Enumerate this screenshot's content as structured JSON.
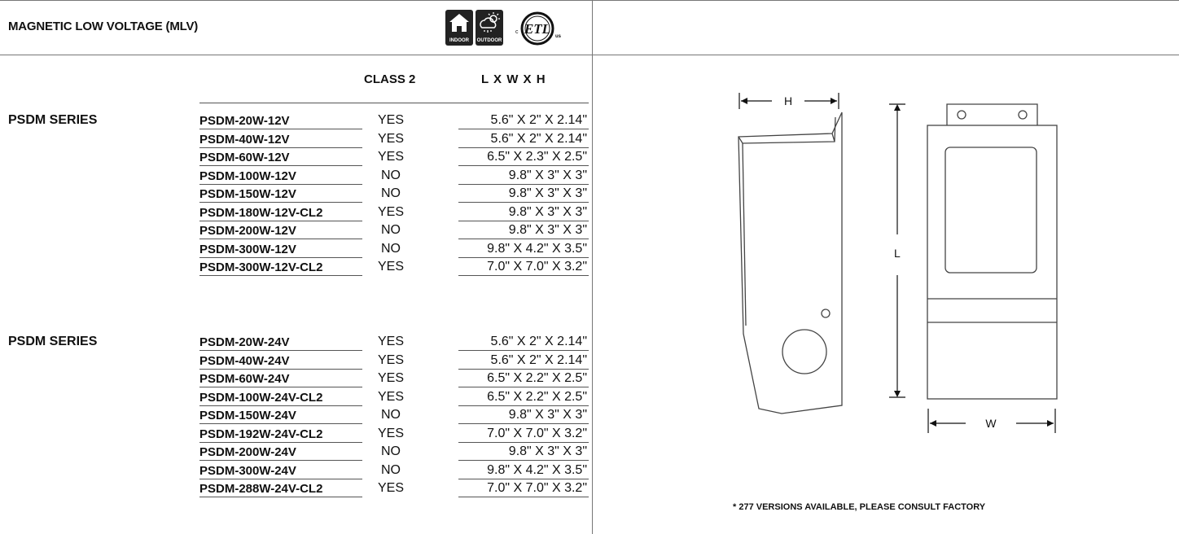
{
  "header": {
    "title": "MAGNETIC LOW VOLTAGE (MLV)",
    "badges": [
      {
        "label": "INDOOR",
        "icon": "house-icon"
      },
      {
        "label": "OUTDOOR",
        "icon": "weather-icon"
      }
    ],
    "etl": {
      "text": "ETL",
      "left": "c",
      "right": "us"
    }
  },
  "columns": {
    "class2": "CLASS 2",
    "dims": "L X W X H"
  },
  "groups": [
    {
      "series": "PSDM SERIES",
      "rows": [
        {
          "model": "PSDM-20W-12V",
          "class2": "YES",
          "dims": "5.6\" X 2\" X 2.14\""
        },
        {
          "model": "PSDM-40W-12V",
          "class2": "YES",
          "dims": "5.6\" X 2\" X 2.14\""
        },
        {
          "model": "PSDM-60W-12V",
          "class2": "YES",
          "dims": "6.5\" X 2.3\" X 2.5\""
        },
        {
          "model": "PSDM-100W-12V",
          "class2": "NO",
          "dims": "9.8\" X 3\" X 3\""
        },
        {
          "model": "PSDM-150W-12V",
          "class2": "NO",
          "dims": "9.8\" X 3\" X 3\""
        },
        {
          "model": "PSDM-180W-12V-CL2",
          "class2": "YES",
          "dims": "9.8\" X 3\" X 3\""
        },
        {
          "model": "PSDM-200W-12V",
          "class2": "NO",
          "dims": "9.8\" X 3\" X 3\""
        },
        {
          "model": "PSDM-300W-12V",
          "class2": "NO",
          "dims": "9.8\" X 4.2\" X 3.5\""
        },
        {
          "model": "PSDM-300W-12V-CL2",
          "class2": "YES",
          "dims": "7.0\" X 7.0\" X 3.2\""
        }
      ]
    },
    {
      "series": "PSDM SERIES",
      "rows": [
        {
          "model": "PSDM-20W-24V",
          "class2": "YES",
          "dims": "5.6\" X 2\" X 2.14\""
        },
        {
          "model": "PSDM-40W-24V",
          "class2": "YES",
          "dims": "5.6\" X 2\" X 2.14\""
        },
        {
          "model": "PSDM-60W-24V",
          "class2": "YES",
          "dims": "6.5\" X 2.2\" X 2.5\""
        },
        {
          "model": "PSDM-100W-24V-CL2",
          "class2": "YES",
          "dims": "6.5\" X 2.2\" X 2.5\""
        },
        {
          "model": "PSDM-150W-24V",
          "class2": "NO",
          "dims": "9.8\" X 3\" X 3\""
        },
        {
          "model": "PSDM-192W-24V-CL2",
          "class2": "YES",
          "dims": "7.0\" X 7.0\" X 3.2\""
        },
        {
          "model": "PSDM-200W-24V",
          "class2": "NO",
          "dims": "9.8\" X 3\" X 3\""
        },
        {
          "model": "PSDM-300W-24V",
          "class2": "NO",
          "dims": "9.8\" X 4.2\" X 3.5\""
        },
        {
          "model": "PSDM-288W-24V-CL2",
          "class2": "YES",
          "dims": "7.0\" X 7.0\" X 3.2\""
        }
      ]
    }
  ],
  "diagram": {
    "h_label": "H",
    "l_label": "L",
    "w_label": "W"
  },
  "note": "* 277 VERSIONS AVAILABLE, PLEASE CONSULT FACTORY"
}
